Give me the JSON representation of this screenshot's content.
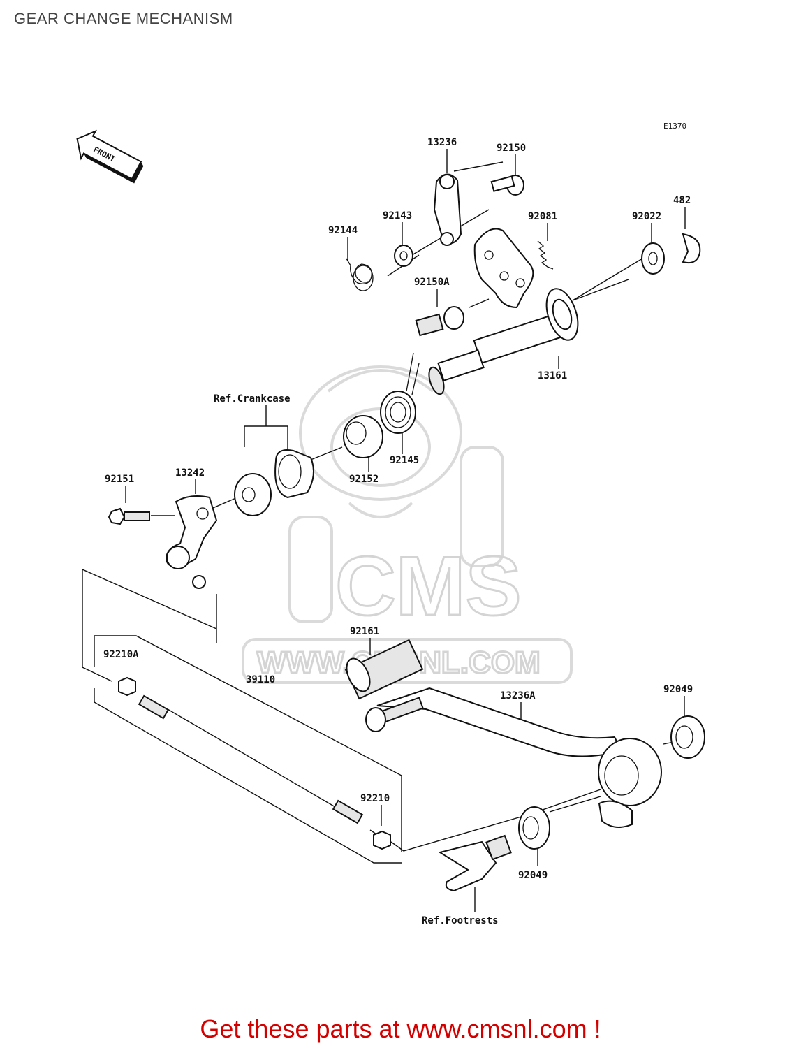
{
  "page": {
    "title": "GEAR CHANGE MECHANISM",
    "diagram_code": "E1370",
    "front_label": "FRONT",
    "promo": "Get these parts at www.cmsnl.com !",
    "promo_color": "#d40000"
  },
  "watermark": {
    "brand": "CMS",
    "url": "WWW.CMSNL.COM"
  },
  "parts": [
    {
      "id": "13236",
      "label": "13236"
    },
    {
      "id": "92150",
      "label": "92150"
    },
    {
      "id": "482",
      "label": "482"
    },
    {
      "id": "92143",
      "label": "92143"
    },
    {
      "id": "92081",
      "label": "92081"
    },
    {
      "id": "92022",
      "label": "92022"
    },
    {
      "id": "92144",
      "label": "92144"
    },
    {
      "id": "92150A",
      "label": "92150A"
    },
    {
      "id": "13161",
      "label": "13161"
    },
    {
      "id": "92145",
      "label": "92145"
    },
    {
      "id": "92152",
      "label": "92152"
    },
    {
      "id": "92151",
      "label": "92151"
    },
    {
      "id": "13242",
      "label": "13242"
    },
    {
      "id": "92161",
      "label": "92161"
    },
    {
      "id": "92210A",
      "label": "92210A"
    },
    {
      "id": "39110",
      "label": "39110"
    },
    {
      "id": "13236A",
      "label": "13236A"
    },
    {
      "id": "92049a",
      "label": "92049"
    },
    {
      "id": "92210",
      "label": "92210"
    },
    {
      "id": "92049b",
      "label": "92049"
    }
  ],
  "references": {
    "crankcase": "Ref.Crankcase",
    "footrests": "Ref.Footrests"
  }
}
